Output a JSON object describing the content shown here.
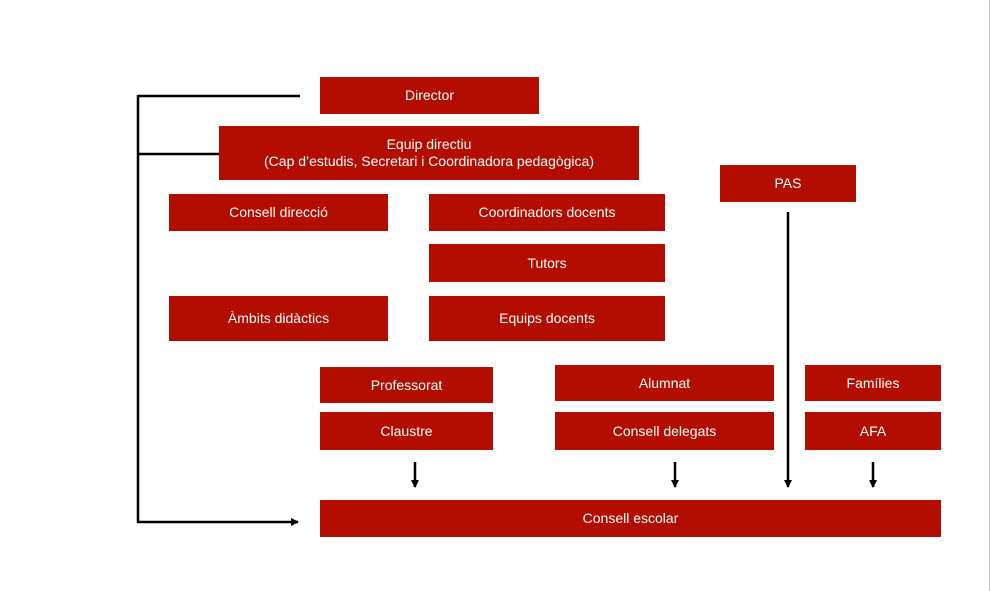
{
  "colors": {
    "box": "#b30d00",
    "text": "#ffffff",
    "connector": "#000000"
  },
  "nodes": {
    "director": "Director",
    "equip_directiu": {
      "line1": "Equip directiu",
      "line2": "(Cap d’estudis, Secretari i Coordinadora pedagògica)"
    },
    "pas": "PAS",
    "consell_direccio": "Consell direcció",
    "coordinadors_docents": "Coordinadors docents",
    "tutors": "Tutors",
    "ambits_didactics": "Àmbits didàctics",
    "equips_docents": "Equips docents",
    "professorat": "Professorat",
    "claustre": "Claustre",
    "alumnat": "Alumnat",
    "consell_delegats": "Consell delegats",
    "families": "Famílies",
    "afa": "AFA",
    "consell_escolar": "Consell escolar"
  }
}
